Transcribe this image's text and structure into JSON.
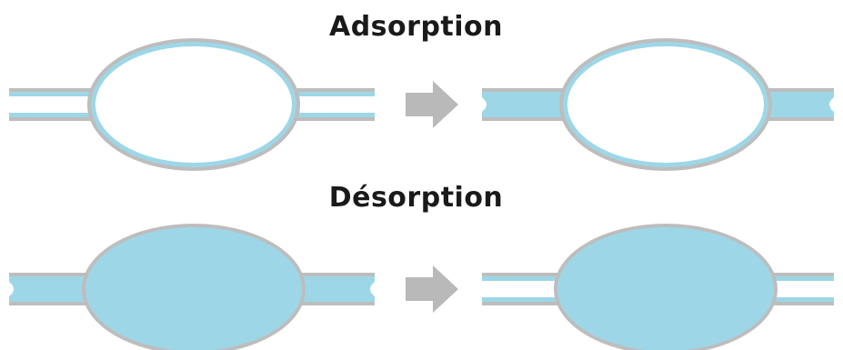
{
  "titles": {
    "adsorption": "Adsorption",
    "desorption": "Désorption"
  },
  "colors": {
    "wall": "#bdbdbd",
    "liquid": "#9dd7e7",
    "pore": "#ffffff",
    "arrow": "#b9b9b9"
  },
  "panels": [
    {
      "row": "adsorption",
      "stage": "before",
      "cavity": "film",
      "necks": "film"
    },
    {
      "row": "adsorption",
      "stage": "after",
      "cavity": "film",
      "necks": "filled"
    },
    {
      "row": "desorption",
      "stage": "before",
      "cavity": "filled",
      "necks": "filled"
    },
    {
      "row": "desorption",
      "stage": "after",
      "cavity": "filled",
      "necks": "film"
    }
  ]
}
